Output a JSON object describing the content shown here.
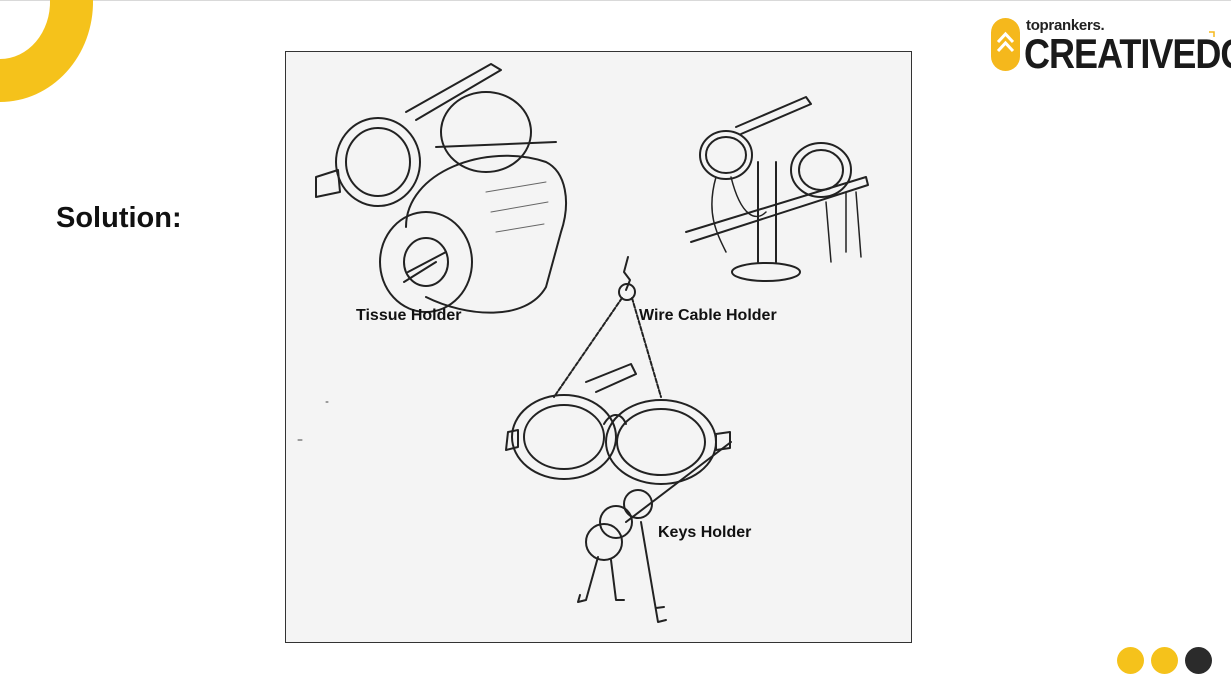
{
  "slide": {
    "title": "Solution:",
    "labels": {
      "tissue": "Tissue Holder",
      "wire": "Wire Cable Holder",
      "keys": "Keys Holder"
    }
  },
  "logo": {
    "small_text": "toprankers.",
    "big_text": "CREATIVEDGE"
  },
  "colors": {
    "accent_yellow": "#f5c21b",
    "dark": "#2b2b2b"
  }
}
